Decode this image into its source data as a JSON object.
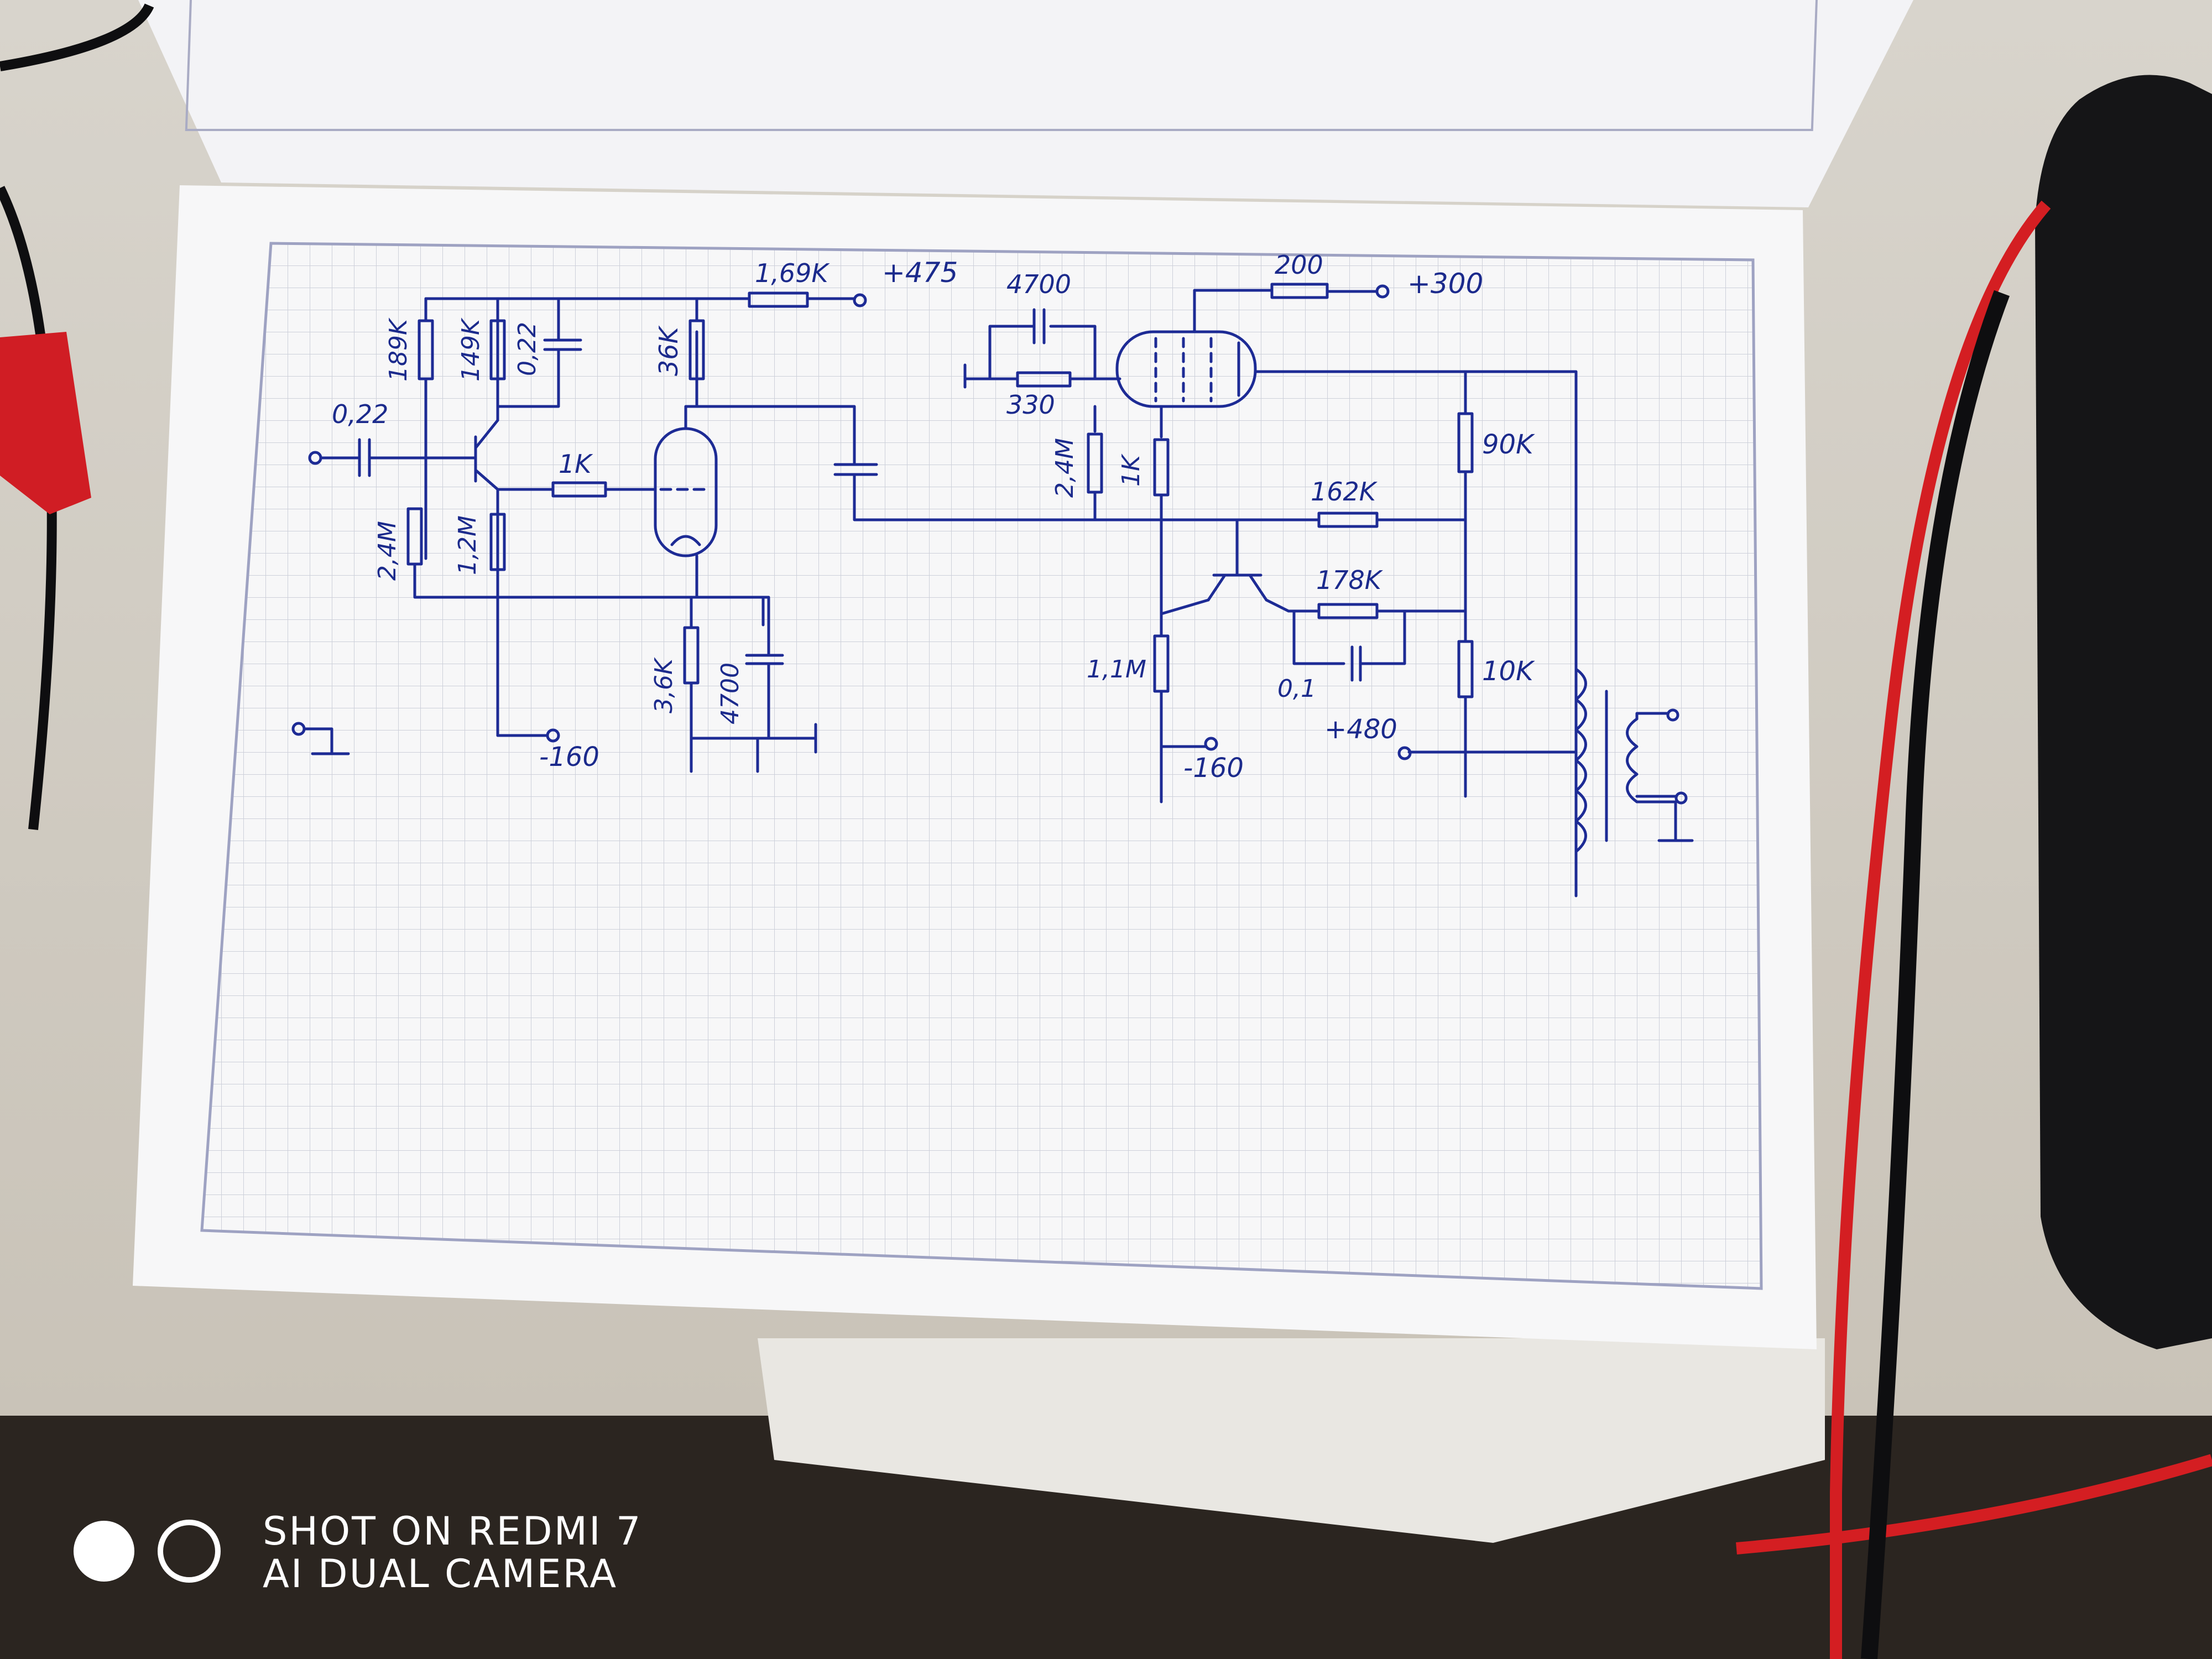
{
  "schematic": {
    "labels": {
      "r_plate_supply": "1,69K",
      "supply_475": "+475",
      "r_bias_top": "189K",
      "r_emitter_top": "149K",
      "c_decouple": "0,22",
      "c_input": "0,22",
      "r_plate_1": "36K",
      "r_grid_1": "1K",
      "r_bias_bottom": "2,4M",
      "r_emitter_bottom": "1,2M",
      "r_cathode_1": "3,6K",
      "c_cathode_1": "4700",
      "supply_neg160_left": "-160",
      "c_grid_2": "4700",
      "r_grid_2": "330",
      "r_screen": "200",
      "supply_300": "+300",
      "r_leak_2": "2,4M",
      "r_cathode_2": "1K",
      "r_feedback": "90K",
      "r_162k": "162K",
      "r_178k": "178K",
      "c_01": "0,1",
      "r_11m": "1,1M",
      "r_10k": "10K",
      "supply_480": "+480",
      "supply_neg160_right": "-160"
    }
  },
  "watermark": {
    "line1": "SHOT ON REDMI 7",
    "line2": "AI DUAL CAMERA"
  }
}
